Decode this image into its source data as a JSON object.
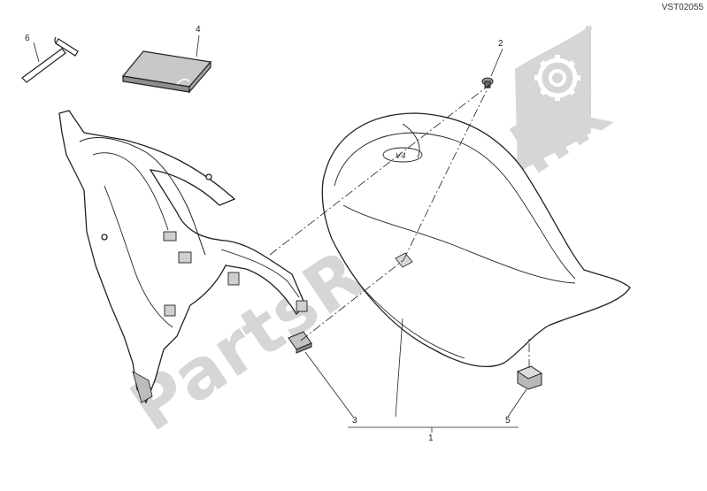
{
  "drawing_code": "VST02055",
  "watermark": "PartsRepublik",
  "callouts": [
    {
      "id": "c1",
      "label": "1",
      "part": "seat"
    },
    {
      "id": "c2",
      "label": "2",
      "part": "screw"
    },
    {
      "id": "c3",
      "label": "3",
      "part": "rubber-pad-front"
    },
    {
      "id": "c4",
      "label": "4",
      "part": "kit-pad"
    },
    {
      "id": "c5",
      "label": "5",
      "part": "rubber-pad-rear"
    },
    {
      "id": "c6",
      "label": "6",
      "part": "allen-key"
    }
  ],
  "seat_badge": "V4",
  "colors": {
    "line": "#222222",
    "watermark": "#d4d4d4",
    "fill": "#bdbdbd"
  }
}
